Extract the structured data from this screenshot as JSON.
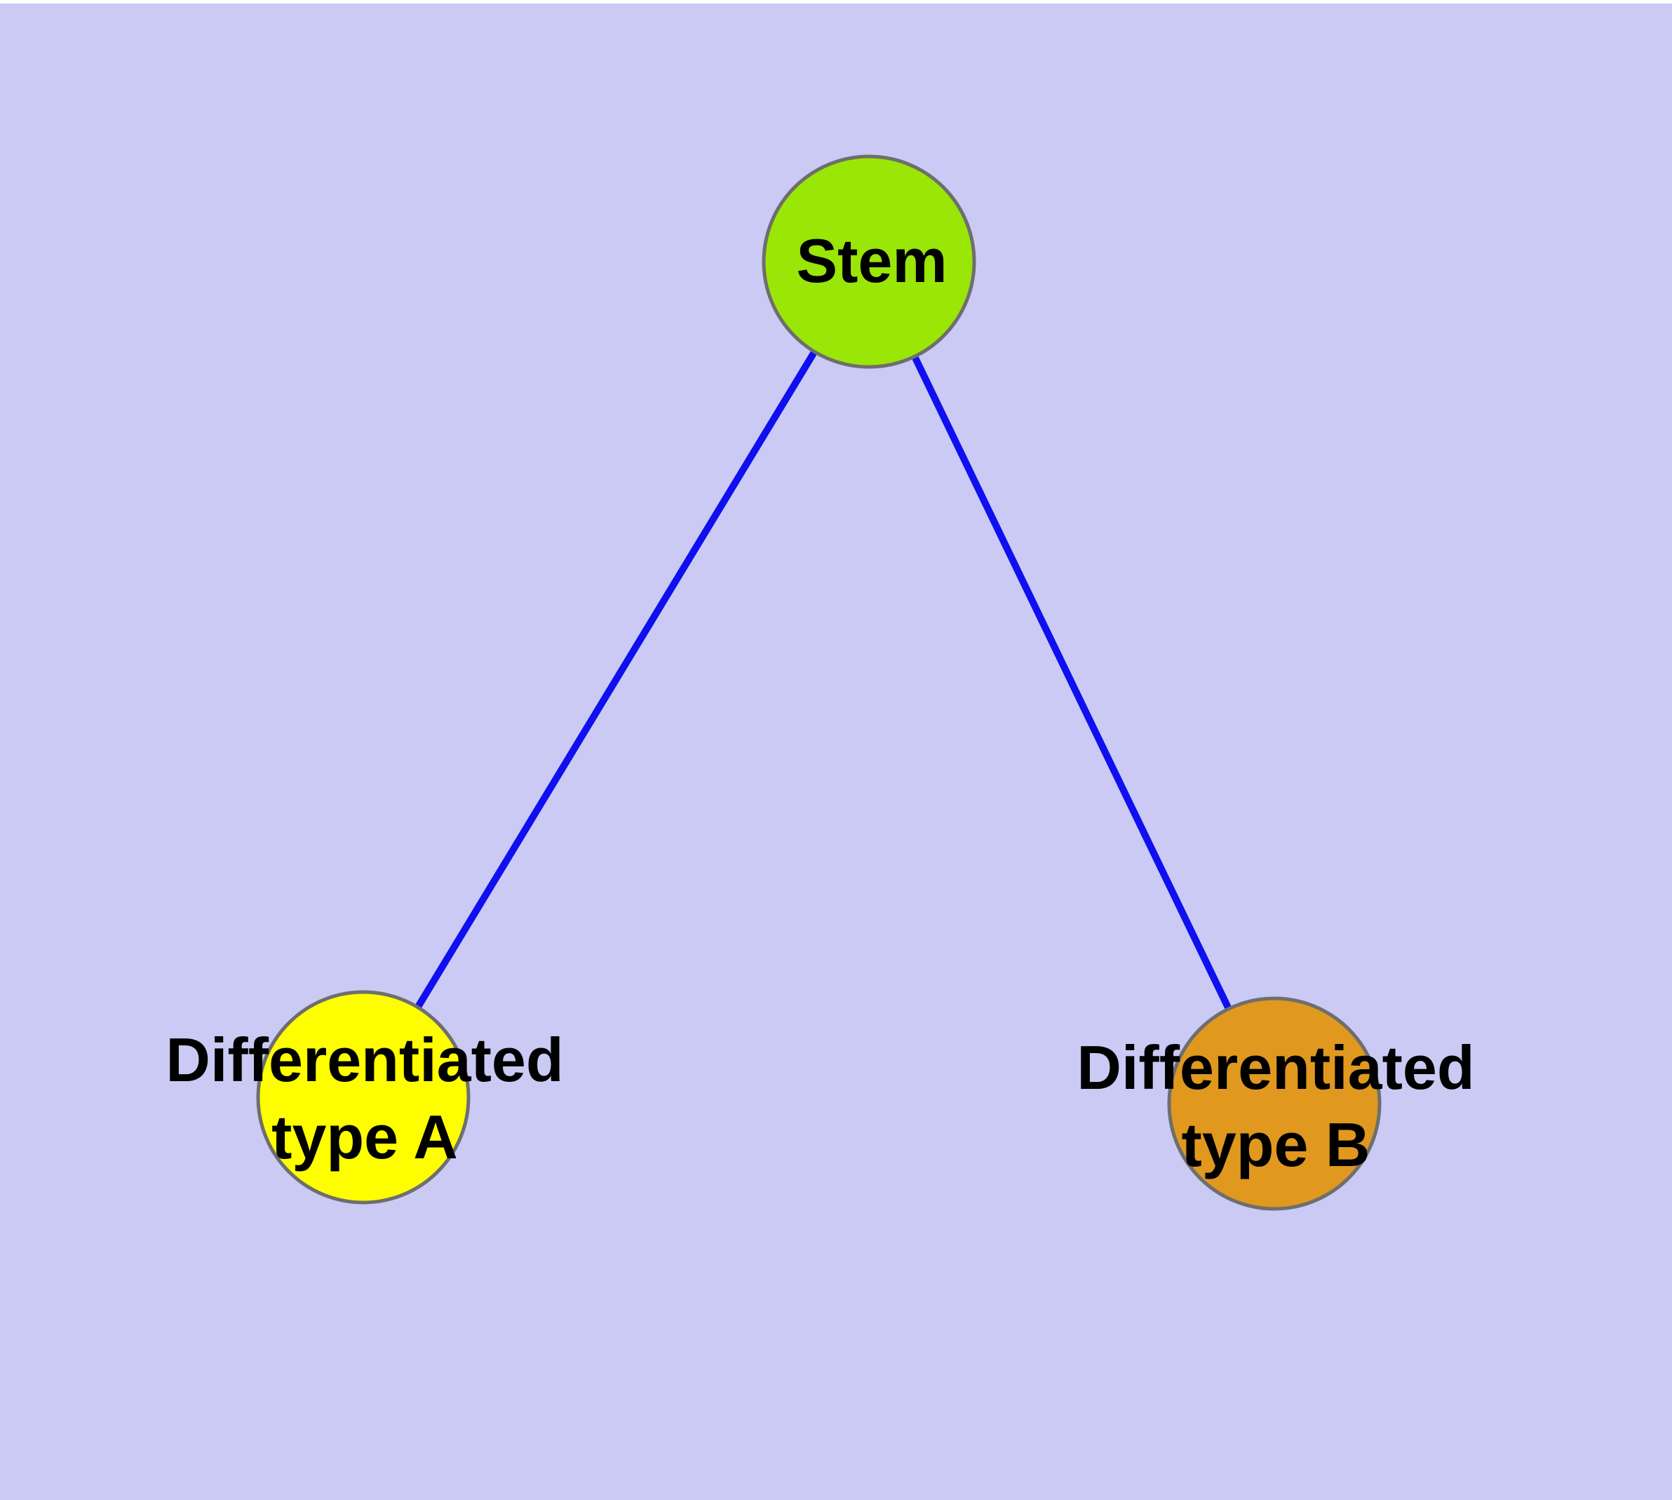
{
  "diagram": {
    "colors": {
      "background": "#cacaf4",
      "page_margin": "#ffffff",
      "edge": "#0f0ff0",
      "node_border": "#6e6e6e",
      "label_text": "#000000"
    },
    "nodes": [
      {
        "id": "stem",
        "lines": [
          "Stem"
        ],
        "fill": "#9ae607"
      },
      {
        "id": "differentiated-type-a",
        "lines": [
          "Differentiated",
          "type A"
        ],
        "fill": "#fefe00"
      },
      {
        "id": "differentiated-type-b",
        "lines": [
          "Differentiated",
          "type B"
        ],
        "fill": "#e0981f"
      }
    ],
    "edges": [
      {
        "from": "stem",
        "to": "differentiated-type-a"
      },
      {
        "from": "stem",
        "to": "differentiated-type-b"
      }
    ]
  }
}
